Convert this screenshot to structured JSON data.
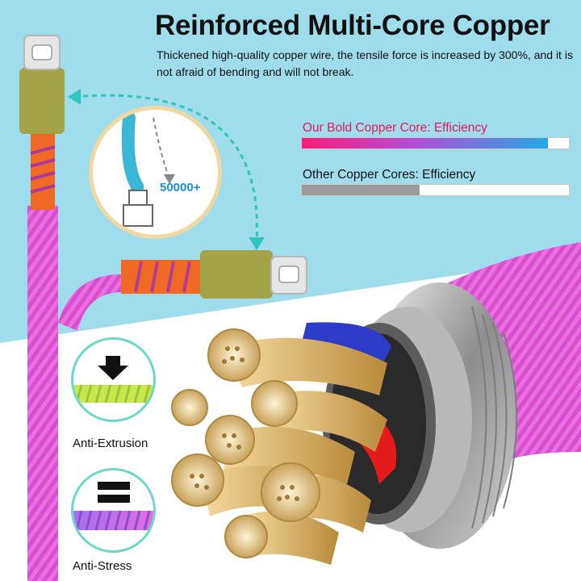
{
  "title": "Reinforced Multi-Core Copper",
  "description": "Thickened high-quality copper wire, the tensile force is increased by 300%, and it is not afraid of bending and will not break.",
  "bend_badge": "50000+",
  "bend_icon": "bend-test-icon",
  "bars": {
    "ours": {
      "label": "Our Bold Copper Core: Efficiency",
      "fill_fraction": 0.92
    },
    "other": {
      "label": "Other Copper Cores: Efficiency",
      "fill_fraction": 0.44
    }
  },
  "features": [
    {
      "label": "Anti-Extrusion",
      "icon": "arrow-down-icon"
    },
    {
      "label": "Anti-Stress",
      "icon": "equals-bars-icon"
    }
  ],
  "colors": {
    "sky": "#9fdcec",
    "cable_pink": "#e04fd4",
    "accent_pink": "#e8185b",
    "accent_blue": "#1c8fd6",
    "connector_green": "#a4a34a",
    "collar_orange": "#f06a25",
    "copper": "#d9b067"
  }
}
